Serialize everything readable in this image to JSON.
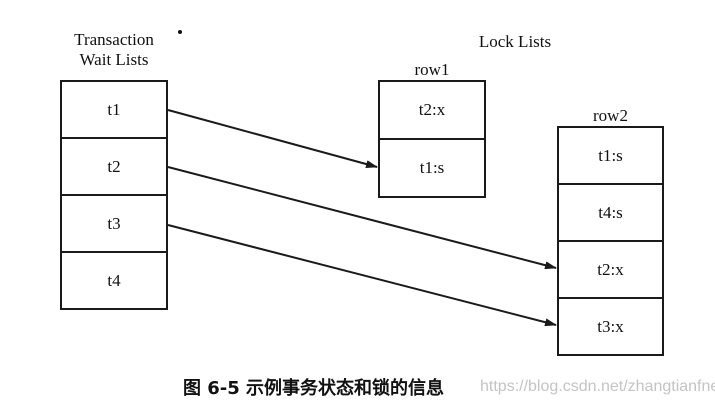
{
  "figure": {
    "caption": "图 6-5   示例事务状态和锁的信息",
    "watermark": "https://blog.csdn.net/zhangtianfneg"
  },
  "transaction_wait_lists": {
    "title_line1": "Transaction",
    "title_line2": "Wait Lists",
    "items": [
      "t1",
      "t2",
      "t3",
      "t4"
    ]
  },
  "lock_lists": {
    "title": "Lock Lists",
    "rows": [
      {
        "name": "row1",
        "entries": [
          "t2:x",
          "t1:s"
        ]
      },
      {
        "name": "row2",
        "entries": [
          "t1:s",
          "t4:s",
          "t2:x",
          "t3:x"
        ]
      }
    ]
  },
  "edges": [
    {
      "from": "t1",
      "to": "row1.t1:s"
    },
    {
      "from": "t2",
      "to": "row2.t2:x"
    },
    {
      "from": "t3",
      "to": "row2.t3:x"
    }
  ]
}
